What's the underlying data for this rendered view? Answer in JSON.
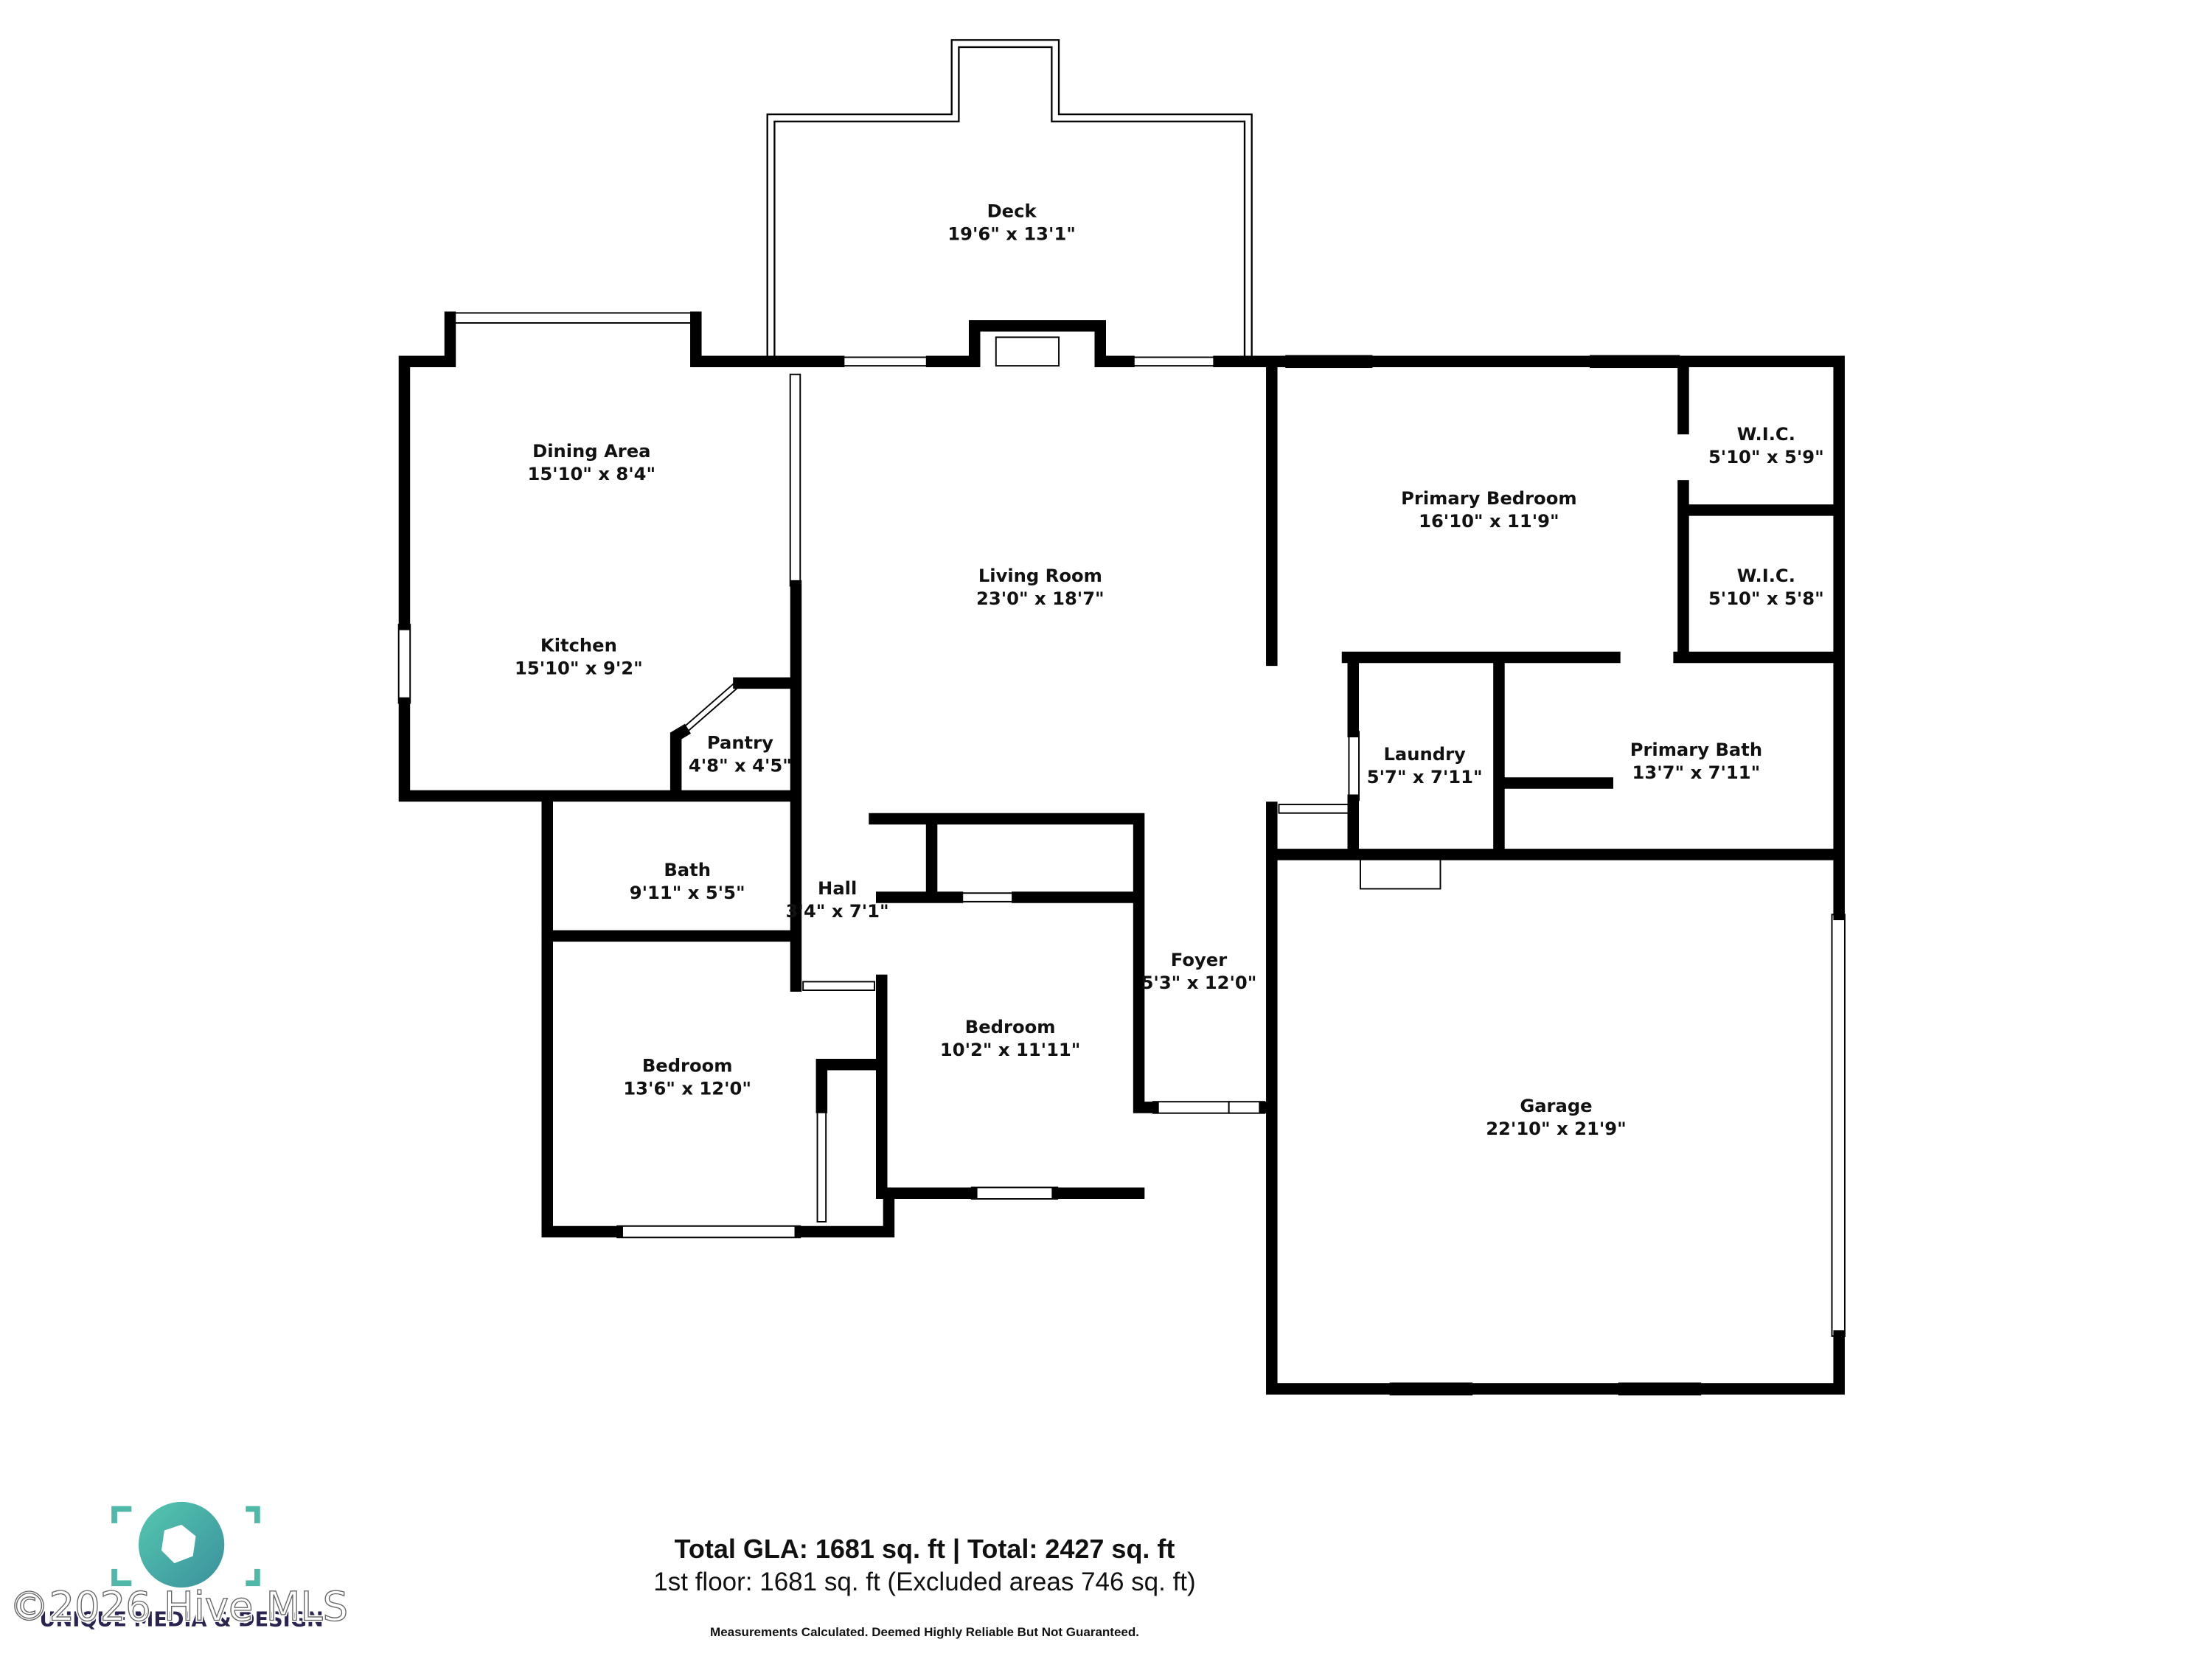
{
  "rooms": [
    {
      "name": "Deck",
      "dims": "19'6\" x 13'1\""
    },
    {
      "name": "Dining Area",
      "dims": "15'10\" x 8'4\""
    },
    {
      "name": "Kitchen",
      "dims": "15'10\" x 9'2\""
    },
    {
      "name": "Pantry",
      "dims": "4'8\" x 4'5\""
    },
    {
      "name": "Living Room",
      "dims": "23'0\" x 18'7\""
    },
    {
      "name": "Primary Bedroom",
      "dims": "16'10\" x 11'9\""
    },
    {
      "name": "W.I.C.",
      "dims": "5'10\" x 5'9\""
    },
    {
      "name": "W.I.C.",
      "dims": "5'10\" x 5'8\""
    },
    {
      "name": "Laundry",
      "dims": "5'7\" x 7'11\""
    },
    {
      "name": "Primary Bath",
      "dims": "13'7\" x 7'11\""
    },
    {
      "name": "Bath",
      "dims": "9'11\" x 5'5\""
    },
    {
      "name": "Hall",
      "dims": "3'4\" x 7'1\""
    },
    {
      "name": "Foyer",
      "dims": "5'3\" x 12'0\""
    },
    {
      "name": "Bedroom",
      "dims": "10'2\" x 11'11\""
    },
    {
      "name": "Bedroom",
      "dims": "13'6\" x 12'0\""
    },
    {
      "name": "Garage",
      "dims": "22'10\" x 21'9\""
    }
  ],
  "summary": {
    "totals": "Total GLA: 1681 sq. ft | Total: 2427 sq. ft",
    "floor": "1st floor: 1681 sq. ft (Excluded areas 746 sq. ft)",
    "disclaimer": "Measurements Calculated. Deemed Highly Reliable But Not Guaranteed."
  },
  "logo": {
    "text": "UNIQUE MEDIA & DESIGN",
    "watermark": "©2026 Hive MLS",
    "colors": {
      "teal": "#4fc3ad",
      "navy": "#2a2550"
    }
  }
}
